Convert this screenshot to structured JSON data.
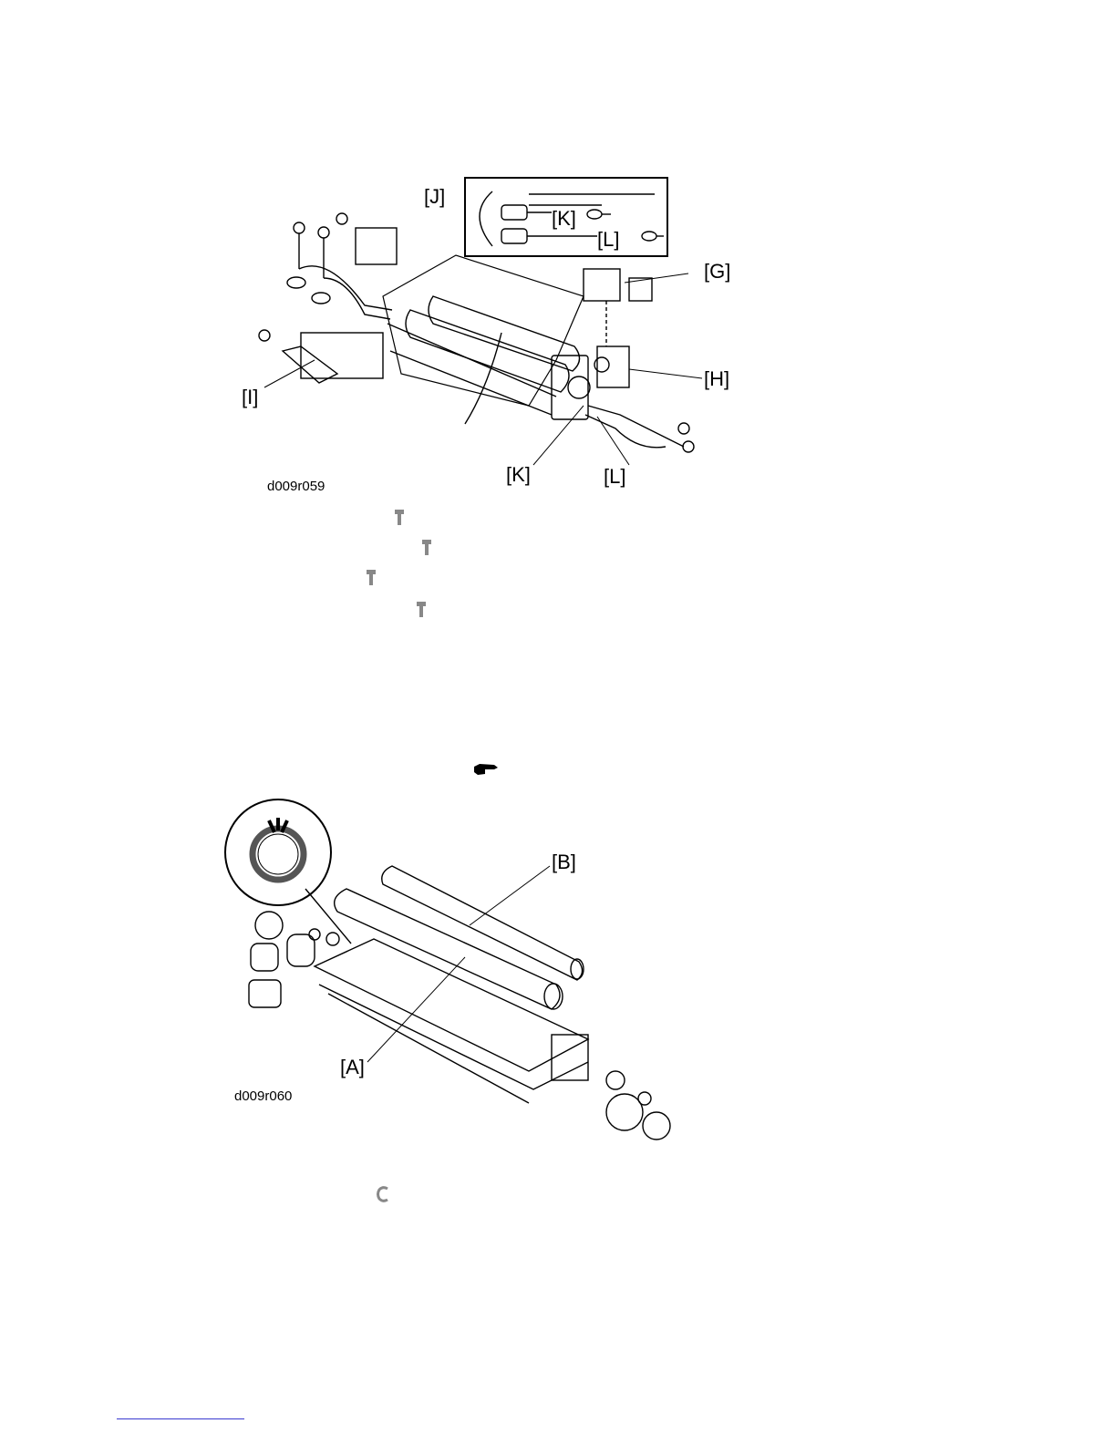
{
  "figure1": {
    "code": "d009r059",
    "callouts": {
      "J": "[J]",
      "K": "[K]",
      "L": "[L]",
      "G": "[G]",
      "H": "[H]",
      "I": "[I]"
    }
  },
  "figure2": {
    "code": "d009r060",
    "callouts": {
      "A": "[A]",
      "B": "[B]"
    }
  },
  "icons": {
    "screw": "screw-icon",
    "hand": "pointing-hand-icon",
    "clip": "e-ring-clip-icon"
  }
}
